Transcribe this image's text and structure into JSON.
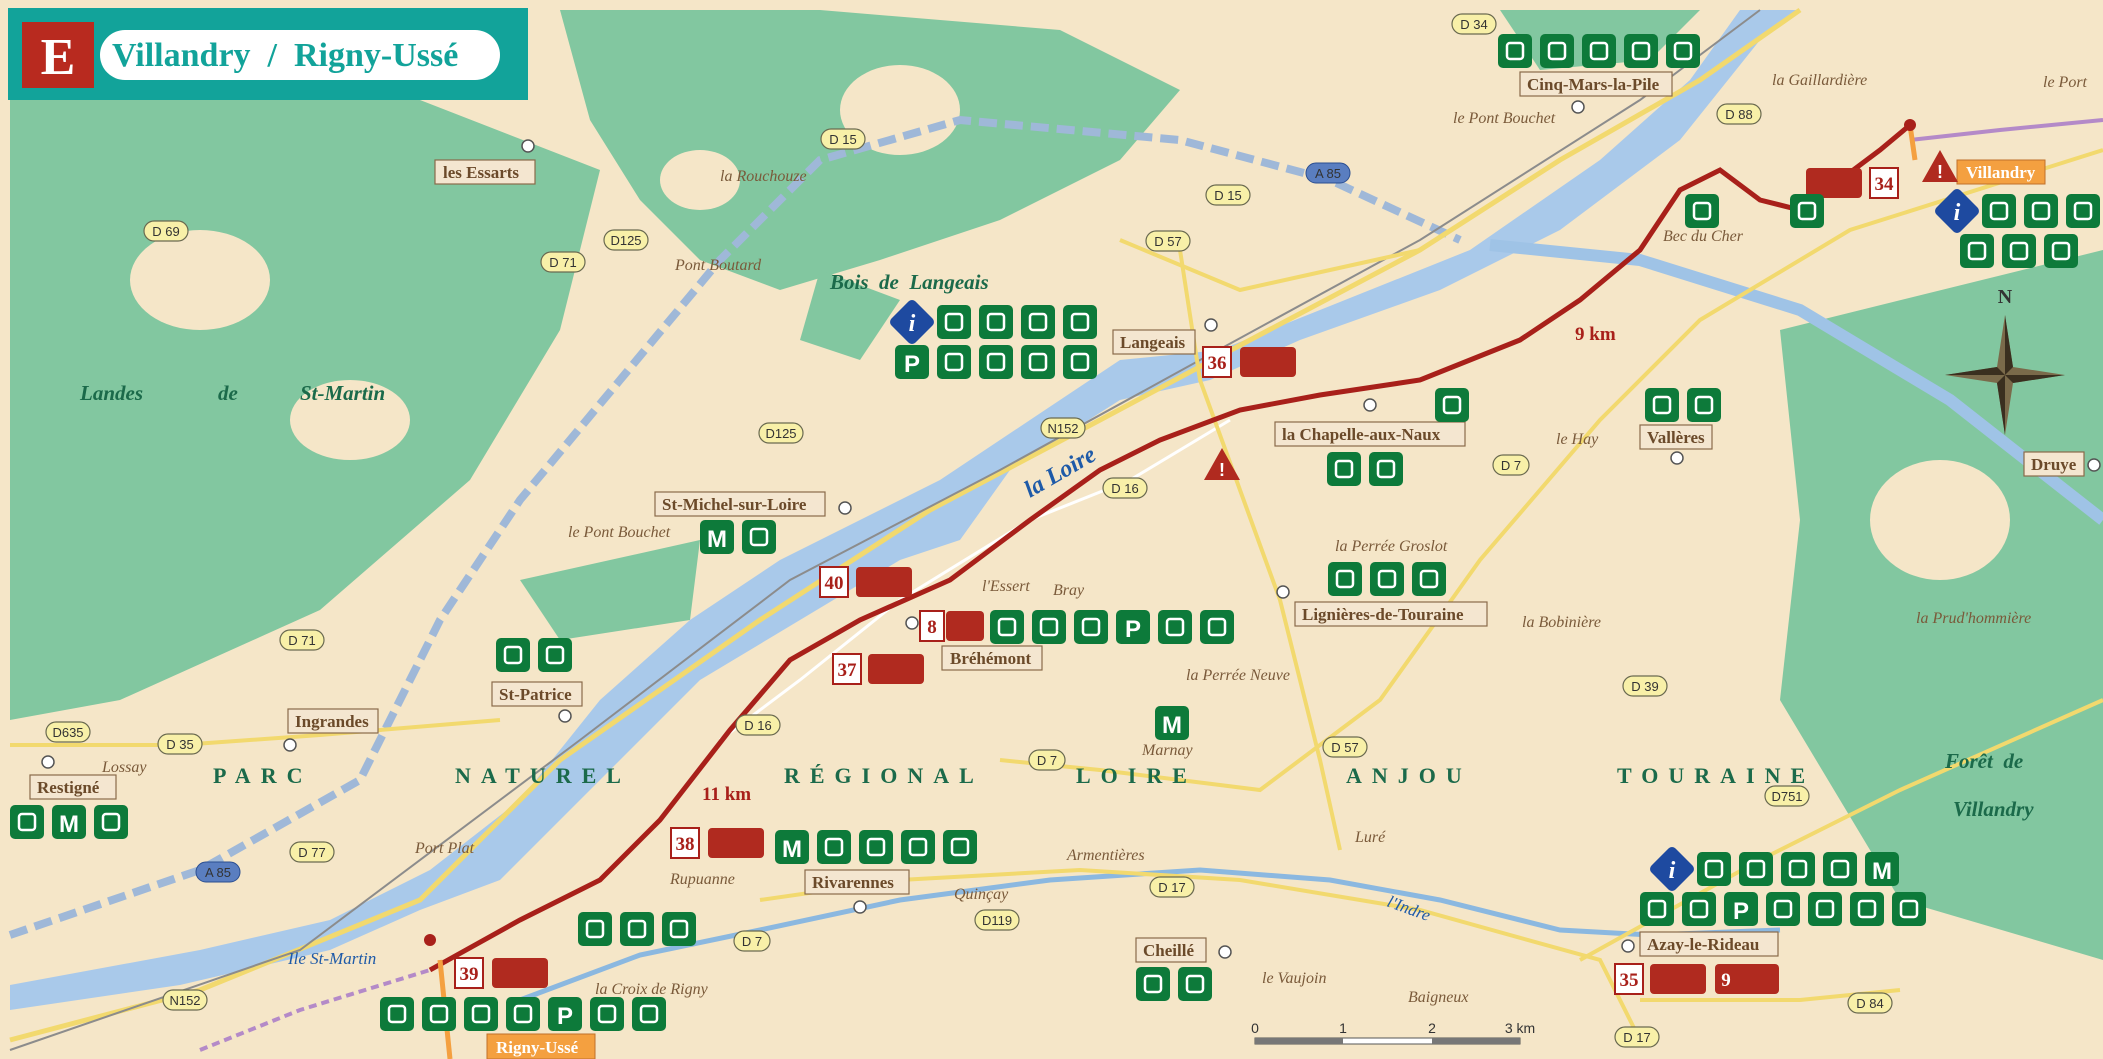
{
  "header": {
    "letter": "E",
    "title": "Villandry  /  Rigny-Ussé"
  },
  "colors": {
    "forest": "#7cc49a",
    "land": "#f5e6c8",
    "river": "#a9c9ea",
    "route": "#a8201a",
    "teal": "#12a39a",
    "icon_green": "#0d7a3a",
    "icon_red": "#b02a1f"
  },
  "towns": [
    {
      "name": "les Essarts"
    },
    {
      "name": "Langeais"
    },
    {
      "name": "Cinq-Mars-la-Pile"
    },
    {
      "name": "Villandry"
    },
    {
      "name": "St-Michel-sur-Loire"
    },
    {
      "name": "la Chapelle-aux-Naux"
    },
    {
      "name": "Vallères"
    },
    {
      "name": "Druye"
    },
    {
      "name": "Lignières-de-Touraine"
    },
    {
      "name": "Bréhémont"
    },
    {
      "name": "St-Patrice"
    },
    {
      "name": "Ingrandes"
    },
    {
      "name": "Restigné"
    },
    {
      "name": "Rivarennes"
    },
    {
      "name": "Cheillé"
    },
    {
      "name": "Azay-le-Rideau"
    },
    {
      "name": "Rigny-Ussé"
    }
  ],
  "places": [
    {
      "name": "la Rouchouze"
    },
    {
      "name": "Pont Boutard"
    },
    {
      "name": "le Pont Bouchet"
    },
    {
      "name": "la Gaillardière"
    },
    {
      "name": "le Port"
    },
    {
      "name": "Bec du Cher"
    },
    {
      "name": "le Hay"
    },
    {
      "name": "la Perrée Groslot"
    },
    {
      "name": "l'Essert"
    },
    {
      "name": "Bray"
    },
    {
      "name": "la Perrée Neuve"
    },
    {
      "name": "la Bobinière"
    },
    {
      "name": "la Prud'hommière"
    },
    {
      "name": "Marnay"
    },
    {
      "name": "Lossay"
    },
    {
      "name": "Port Plat"
    },
    {
      "name": "Rupuanne"
    },
    {
      "name": "Armentières"
    },
    {
      "name": "Quinçay"
    },
    {
      "name": "Luré"
    },
    {
      "name": "la Croix de Rigny"
    },
    {
      "name": "le Vaujoin"
    },
    {
      "name": "Baigneux"
    },
    {
      "name": "le Pont Bouchet"
    }
  ],
  "forests": [
    "Bois  de  Langeais",
    "Landes",
    "de",
    "St-Martin",
    "Forêt  de",
    "Villandry"
  ],
  "region_words": [
    "PARC",
    "NATUREL",
    "RÉGIONAL",
    "LOIRE",
    "ANJOU",
    "TOURAINE"
  ],
  "water": {
    "loire": "la Loire",
    "indre": "l'Indre",
    "ile": "Ile St-Martin"
  },
  "roads": [
    "D 34",
    "D 15",
    "A 85",
    "D 15",
    "D 88",
    "D125",
    "D 69",
    "D 71",
    "D 57",
    "D125",
    "N152",
    "D 16",
    "D 7",
    "D 71",
    "D635",
    "D 35",
    "D 16",
    "D 7",
    "D 57",
    "D 39",
    "D751",
    "D 77",
    "A 85",
    "D 17",
    "D119",
    "D 7",
    "N152",
    "D 17",
    "D 84"
  ],
  "km": [
    "9 km",
    "11 km"
  ],
  "stages": [
    "36",
    "34",
    "40",
    "8",
    "37",
    "38",
    "39",
    "35",
    "9"
  ],
  "scale": [
    "0",
    "1",
    "2",
    "3 km"
  ],
  "compass": "N",
  "icon_letters": {
    "museum": "M",
    "parking": "P",
    "info": "i"
  }
}
